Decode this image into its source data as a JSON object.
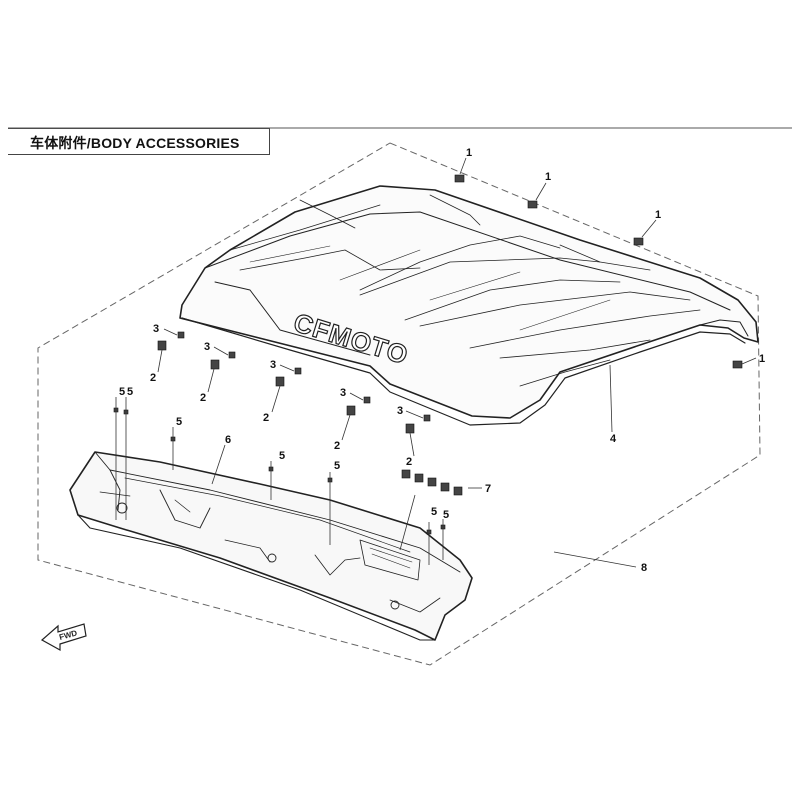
{
  "title": "车体附件/BODY ACCESSORIES",
  "roof_logo": "CFMOTO",
  "fwd_label": "FWD",
  "callouts": [
    "1",
    "1",
    "1",
    "1",
    "2",
    "2",
    "2",
    "2",
    "2",
    "3",
    "3",
    "3",
    "3",
    "3",
    "4",
    "5",
    "5",
    "5",
    "5",
    "5",
    "5",
    "5",
    "6",
    "7",
    "8"
  ]
}
